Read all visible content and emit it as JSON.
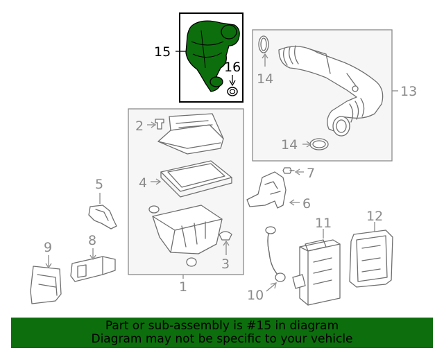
{
  "diagram": {
    "callouts": {
      "c1": "1",
      "c2": "2",
      "c3": "3",
      "c4": "4",
      "c5": "5",
      "c6": "6",
      "c7": "7",
      "c8": "8",
      "c9": "9",
      "c10": "10",
      "c11": "11",
      "c12": "12",
      "c13": "13",
      "c14a": "14",
      "c14b": "14",
      "c15": "15",
      "c16": "16"
    },
    "highlight_part": "15",
    "colors": {
      "highlight": "#0d6e0d",
      "line": "#6f6f6f",
      "panel": "#f6f6f6"
    }
  },
  "banner": {
    "line1": "Part or sub-assembly is #15 in diagram",
    "line2": "Diagram may not be specific to your vehicle"
  }
}
